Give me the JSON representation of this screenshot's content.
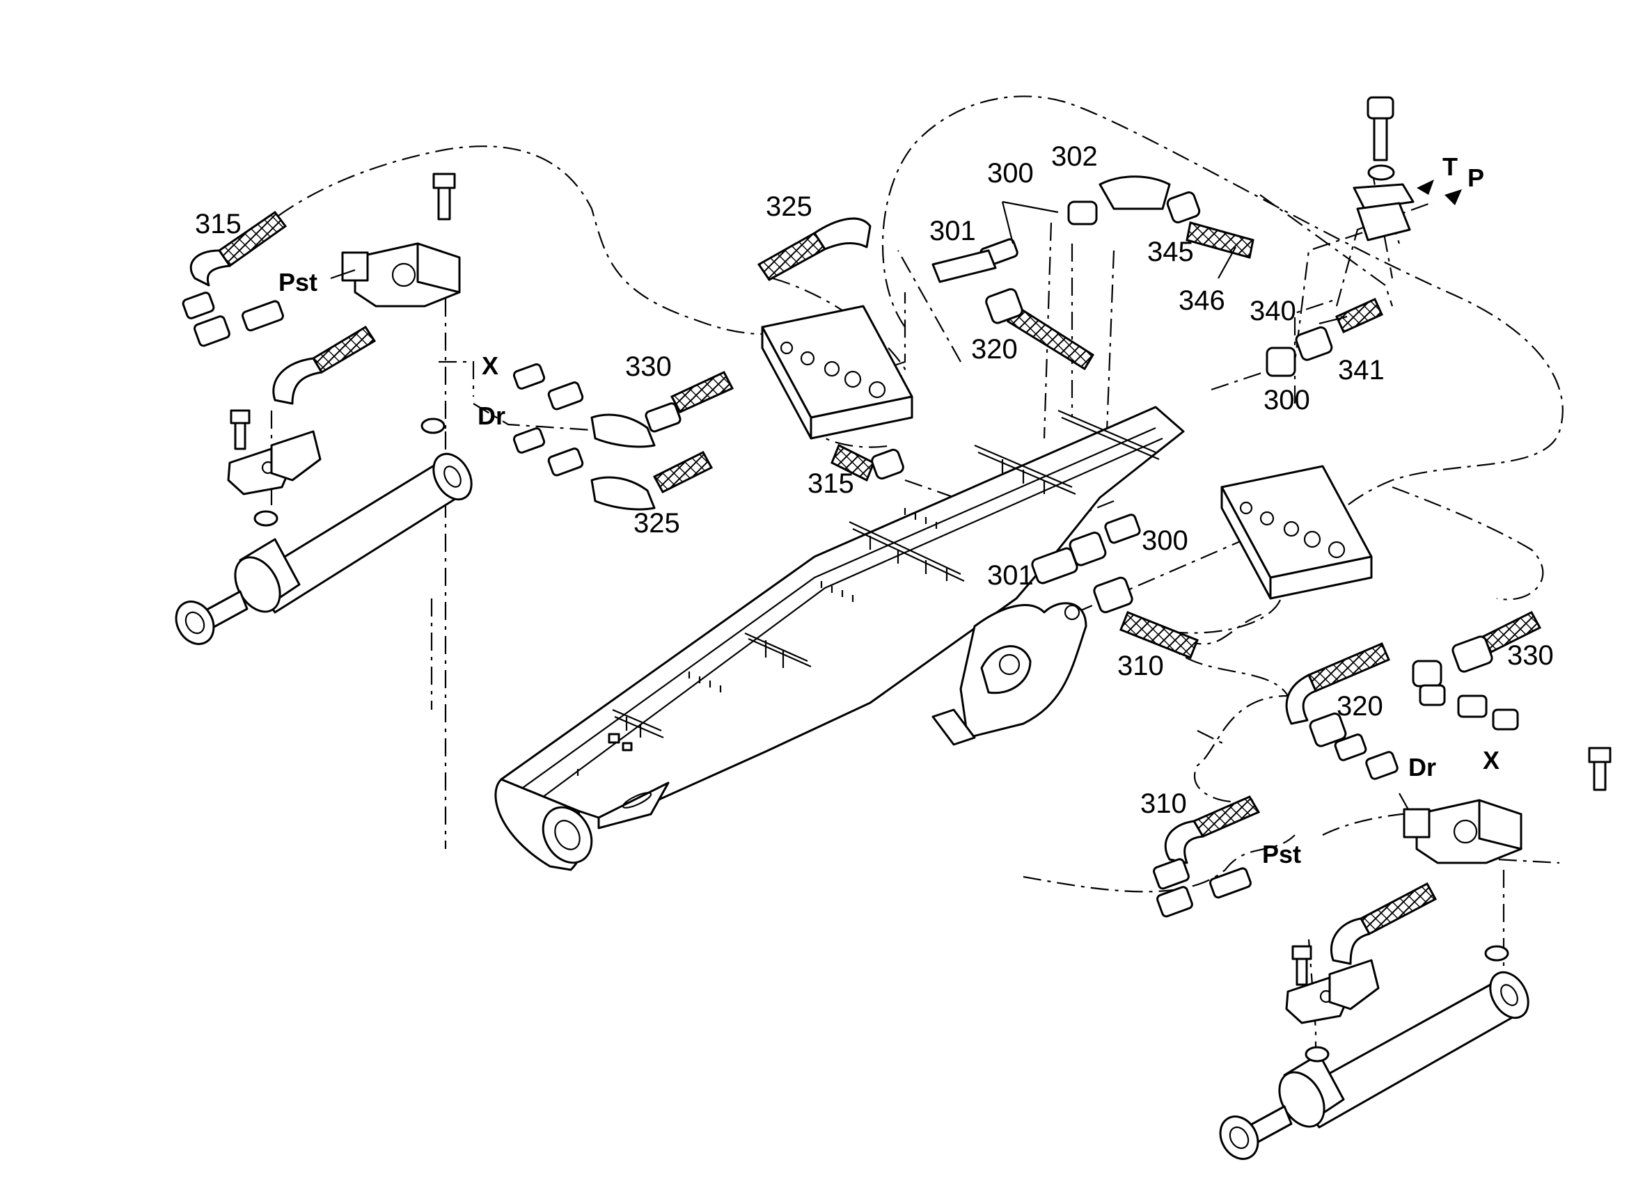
{
  "diagram": {
    "labels": {
      "l315_a": "315",
      "l325_a": "325",
      "l300_a": "300",
      "l302": "302",
      "l301_a": "301",
      "l345": "345",
      "l346": "346",
      "l340": "340",
      "l341": "341",
      "l300_b": "300",
      "l320_a": "320",
      "l330_a": "330",
      "l325_b": "325",
      "l315_b": "315",
      "l300_c": "300",
      "l301_b": "301",
      "l310_a": "310",
      "l330_b": "330",
      "l320_b": "320",
      "l310_b": "310"
    },
    "ports": {
      "pst_left": "Pst",
      "x_left": "X",
      "dr_left": "Dr",
      "t": "T",
      "p": "P",
      "dr_right": "Dr",
      "x_right": "X",
      "pst_right": "Pst"
    }
  }
}
